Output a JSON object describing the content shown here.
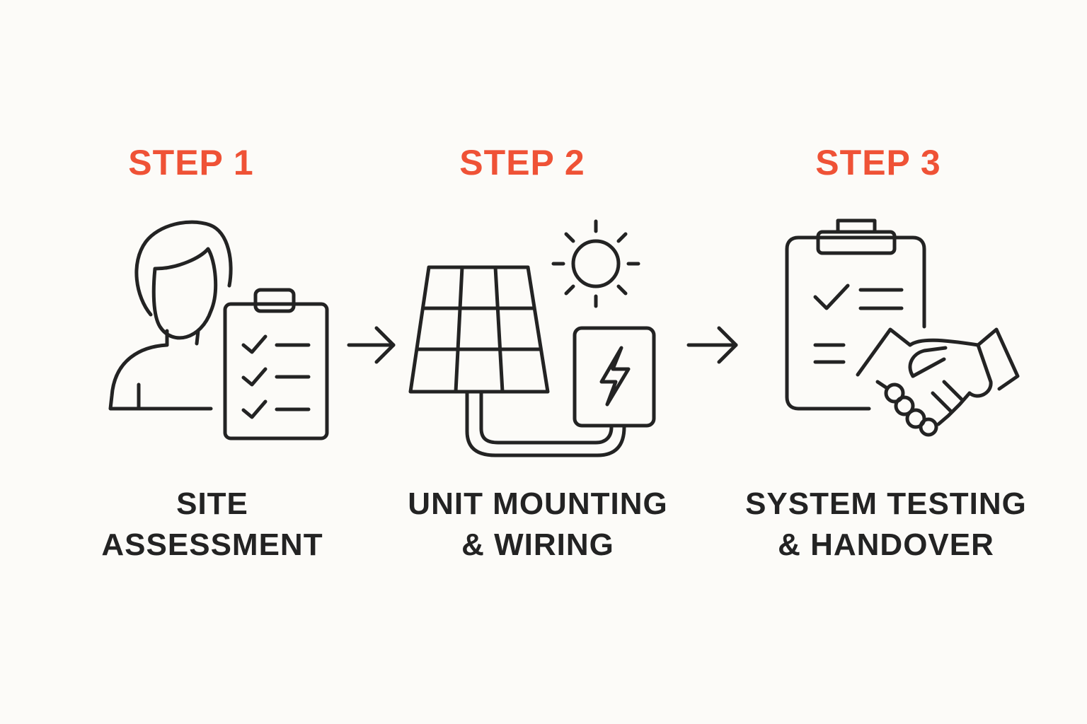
{
  "colors": {
    "background": "#fcfbf8",
    "accent": "#ef5236",
    "ink": "#232323"
  },
  "steps": [
    {
      "heading": "STEP 1",
      "title_line1": "SITE",
      "title_line2": "ASSESSMENT",
      "icons": [
        "person-icon",
        "checklist-clipboard-icon"
      ]
    },
    {
      "heading": "STEP 2",
      "title_line1": "UNIT MOUNTING",
      "title_line2": "& WIRING",
      "icons": [
        "solar-panel-icon",
        "sun-icon",
        "inverter-box-icon",
        "lightning-bolt-icon",
        "cable-icon"
      ]
    },
    {
      "heading": "STEP 3",
      "title_line1": "SYSTEM TESTING",
      "title_line2": "& HANDOVER",
      "icons": [
        "checklist-clipboard-icon",
        "handshake-icon"
      ]
    }
  ],
  "connectors": [
    "arrow-right-icon",
    "arrow-right-icon"
  ]
}
